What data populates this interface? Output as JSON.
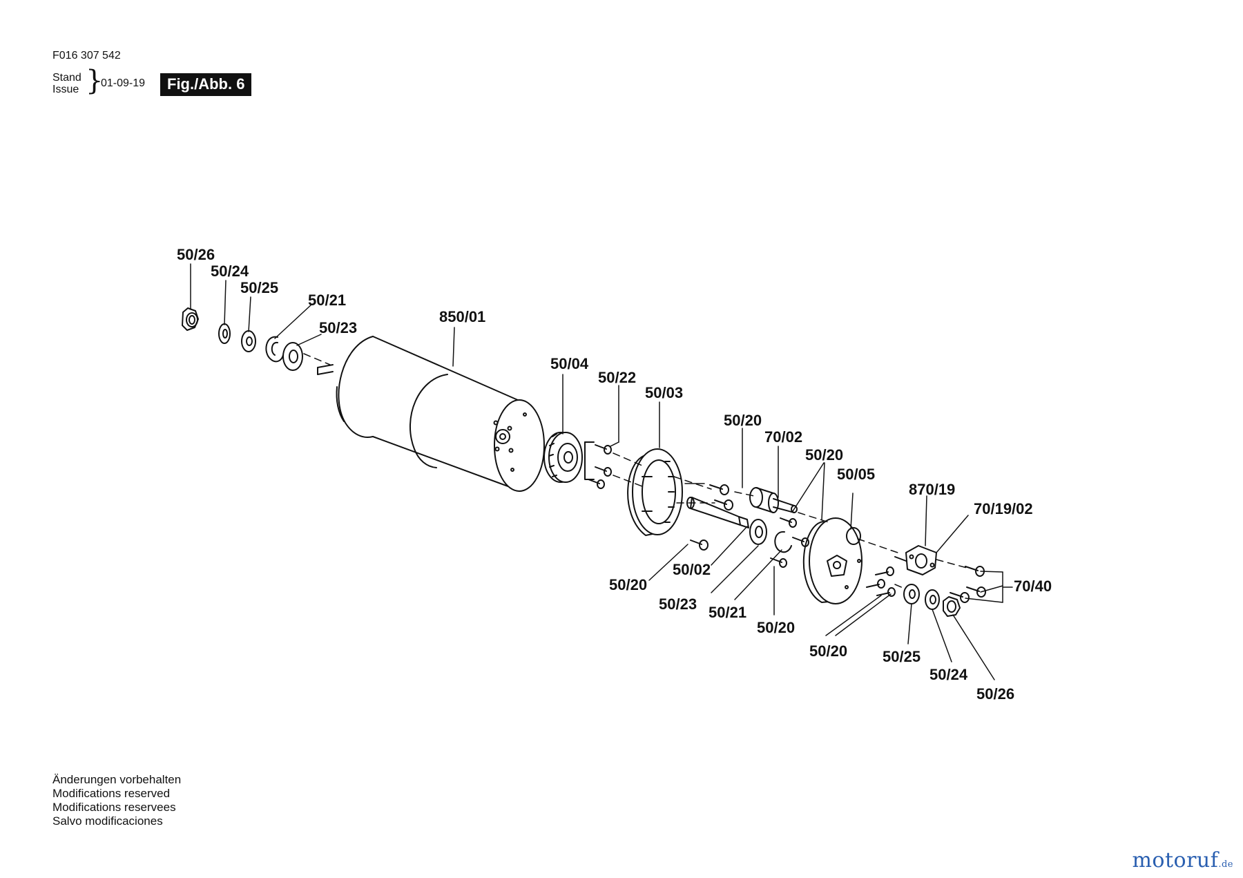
{
  "header": {
    "doc_number": "F016 307 542",
    "stand_label": "Stand",
    "issue_label": "Issue",
    "issue_date": "01-09-19",
    "figure_label": "Fig./Abb. 6"
  },
  "footer": {
    "notes": [
      "Änderungen vorbehalten",
      "Modifications reserved",
      "Modifications reservees",
      "Salvo modificaciones"
    ]
  },
  "watermark": {
    "main": "motoruf",
    "tld": ".de"
  },
  "callouts": {
    "c_50_26_top": "50/26",
    "c_50_24_top": "50/24",
    "c_50_25_top": "50/25",
    "c_50_21_top": "50/21",
    "c_50_23_top": "50/23",
    "c_850_01": "850/01",
    "c_50_04": "50/04",
    "c_50_22": "50/22",
    "c_50_03": "50/03",
    "c_50_20_a": "50/20",
    "c_70_02": "70/02",
    "c_50_20_b": "50/20",
    "c_50_05": "50/05",
    "c_870_19": "870/19",
    "c_70_19_02": "70/19/02",
    "c_70_40": "70/40",
    "c_50_20_c": "50/20",
    "c_50_02": "50/02",
    "c_50_23_bot": "50/23",
    "c_50_21_bot": "50/21",
    "c_50_20_d": "50/20",
    "c_50_20_e": "50/20",
    "c_50_25_bot": "50/25",
    "c_50_24_bot": "50/24",
    "c_50_26_bot": "50/26"
  }
}
